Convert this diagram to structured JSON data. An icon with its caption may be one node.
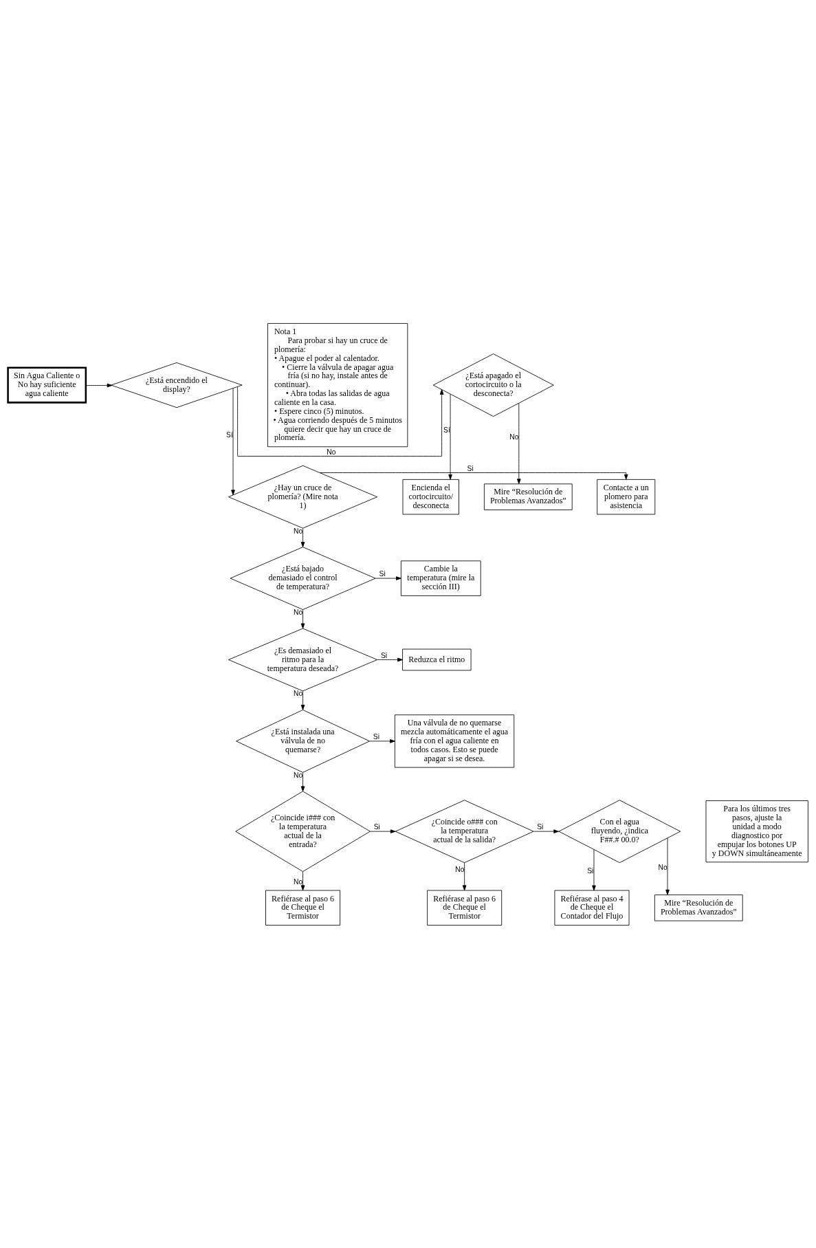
{
  "diagram": {
    "nodes": [
      {
        "text": [
          "Sin Agua Caliente o No hay suficiente agua caliente"
        ]
      },
      {
        "text": [
          "¿Está encendido el display?"
        ]
      },
      {
        "text": [
          "¿Está apagado el cortocircuito o la desconecta?"
        ]
      },
      {
        "text": [
          "Encienda el cortocircuito/ desconecta"
        ]
      },
      {
        "text": [
          "Mire “Resolución de Problemas Avanzados”"
        ]
      },
      {
        "text": [
          "Nota 1",
          "Para probar si hay un cruce de plomería:",
          "• Apague el poder al calentador.",
          "• Cierre la válvula de apagar agua fría (si no hay, instale antes de continuar).",
          "• Abra todas las salidas de agua caliente en la casa.",
          "• Espere cinco (5) minutos.",
          "• Agua corriendo después de 5 minutos quiere decir que hay un cruce de plomería."
        ]
      },
      {
        "text": [
          "¿Hay un cruce de plomería? (Mire nota 1)"
        ]
      },
      {
        "text": [
          "Contacte a un plomero para asistencia"
        ]
      },
      {
        "text": [
          "¿Está bajado demasiado el control de temperatura?"
        ]
      },
      {
        "text": [
          "Cambie la temperatura (mire la sección III)"
        ]
      },
      {
        "text": [
          "¿Es demasiado el ritmo para la temperatura deseada?"
        ]
      },
      {
        "text": [
          "Reduzca el ritmo"
        ]
      },
      {
        "text": [
          "¿Está instalada una válvula de no quemarse?"
        ]
      },
      {
        "text": [
          "Una válvula de no quemarse mezcla automáticamente el agua fría con el agua caliente en todos casos. Esto se puede apagar si se desea."
        ]
      },
      {
        "text": [
          "Para los últimos tres pasos, ajuste la unidad a modo diagnostico por empujar los botones UP y DOWN simultáneamente"
        ]
      },
      {
        "text": [
          "¿Coincide i### con la temperatura actual de la entrada?"
        ]
      },
      {
        "text": [
          "¿Coincide o### con la temperatura actual de la salida?"
        ]
      },
      {
        "text": [
          "Con el agua fluyendo, ¿indica F##.# 00.0?"
        ]
      },
      {
        "text": [
          "Refiérase al paso 6 de Cheque el Termistor"
        ]
      },
      {
        "text": [
          "Refiérase al paso 6 de Cheque el Termistor"
        ]
      },
      {
        "text": [
          "Refiérase al paso 4 de Cheque el Contador del Flujo"
        ]
      },
      {
        "text": [
          "Mire “Resolución de Problemas Avanzados”"
        ]
      }
    ],
    "edges": [
      {
        "from": 0,
        "to": 1,
        "arrow": "to"
      },
      {
        "from": 1,
        "to": 2,
        "arrow": "to",
        "label": "No"
      },
      {
        "from": 2,
        "to": 3,
        "arrow": "to",
        "label": "Sí"
      },
      {
        "from": 2,
        "to": 4,
        "arrow": "to",
        "label": "No"
      },
      {
        "from": 1,
        "to": 6,
        "arrow": "to",
        "label": "Sí"
      },
      {
        "from": 6,
        "to": 7,
        "arrow": "to",
        "label": "Si"
      },
      {
        "from": 6,
        "to": 8,
        "arrow": "to",
        "label": "No"
      },
      {
        "from": 8,
        "to": 9,
        "arrow": "to",
        "label": "Si"
      },
      {
        "from": 8,
        "to": 10,
        "arrow": "to",
        "label": "No"
      },
      {
        "from": 10,
        "to": 11,
        "arrow": "to",
        "label": "Si"
      },
      {
        "from": 10,
        "to": 12,
        "arrow": "to",
        "label": "No"
      },
      {
        "from": 12,
        "to": 13,
        "arrow": "to",
        "label": "Si"
      },
      {
        "from": 12,
        "to": 15,
        "arrow": "to",
        "label": "No"
      },
      {
        "from": 15,
        "to": 16,
        "arrow": "to",
        "label": "Si"
      },
      {
        "from": 15,
        "to": 18,
        "arrow": "to",
        "label": "No"
      },
      {
        "from": 16,
        "to": 17,
        "arrow": "to",
        "label": "Si"
      },
      {
        "from": 16,
        "to": 19,
        "arrow": "to",
        "label": "No"
      },
      {
        "from": 17,
        "to": 20,
        "arrow": "to",
        "label": "Si"
      },
      {
        "from": 17,
        "to": 21,
        "arrow": "to",
        "label": "No"
      }
    ]
  }
}
